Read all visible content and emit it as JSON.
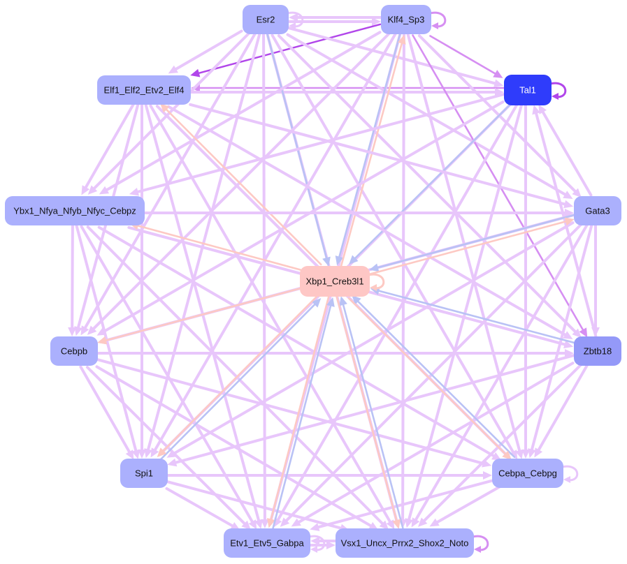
{
  "colors": {
    "node_default": "#abb0fd",
    "node_tal1": "#2f3cfb",
    "node_zbtb18": "#9499f8",
    "node_xbp1": "#fec7c5",
    "edge_violet": "#e8c6fb",
    "edge_violet_strong": "#d68ff2",
    "edge_purple_bold": "#b146ea",
    "edge_blue": "#b9c2f5",
    "edge_peach": "#fdc9c3",
    "label_dark": "#111111",
    "label_light": "#ffffff"
  },
  "nodes": [
    {
      "id": "esr2",
      "label": "Esr2",
      "fill": "#abb0fd",
      "text_color": "#111111"
    },
    {
      "id": "klf4",
      "label": "Klf4_Sp3",
      "fill": "#abb0fd",
      "text_color": "#111111"
    },
    {
      "id": "tal1",
      "label": "Tal1",
      "fill": "#2f3cfb",
      "text_color": "#ffffff"
    },
    {
      "id": "elf1",
      "label": "Elf1_Elf2_Etv2_Elf4",
      "fill": "#abb0fd",
      "text_color": "#111111"
    },
    {
      "id": "ybx1",
      "label": "Ybx1_Nfya_Nfyb_Nfyc_Cebpz",
      "fill": "#abb0fd",
      "text_color": "#111111"
    },
    {
      "id": "gata3",
      "label": "Gata3",
      "fill": "#abb0fd",
      "text_color": "#111111"
    },
    {
      "id": "xbp1",
      "label": "Xbp1_Creb3l1",
      "fill": "#fec7c5",
      "text_color": "#111111"
    },
    {
      "id": "cebpb",
      "label": "Cebpb",
      "fill": "#abb0fd",
      "text_color": "#111111"
    },
    {
      "id": "zbtb18",
      "label": "Zbtb18",
      "fill": "#9499f8",
      "text_color": "#111111"
    },
    {
      "id": "spi1",
      "label": "Spi1",
      "fill": "#abb0fd",
      "text_color": "#111111"
    },
    {
      "id": "cebpa",
      "label": "Cebpa_Cebpg",
      "fill": "#abb0fd",
      "text_color": "#111111"
    },
    {
      "id": "etv1",
      "label": "Etv1_Etv5_Gabpa",
      "fill": "#abb0fd",
      "text_color": "#111111"
    },
    {
      "id": "vsx1",
      "label": "Vsx1_Uncx_Prrx2_Shox2_Noto",
      "fill": "#abb0fd",
      "text_color": "#111111"
    }
  ],
  "edges": [
    {
      "from": "esr2",
      "to": "klf4",
      "color": "#e8c6fb"
    },
    {
      "from": "klf4",
      "to": "esr2",
      "color": "#e8c6fb"
    },
    {
      "from": "klf4",
      "to": "elf1",
      "color": "#b146ea"
    },
    {
      "from": "klf4",
      "to": "tal1",
      "color": "#d68ff2"
    },
    {
      "from": "tal1",
      "to": "elf1",
      "color": "#d68ff2"
    },
    {
      "from": "elf1",
      "to": "tal1",
      "color": "#e8c6fb"
    },
    {
      "from": "esr2",
      "to": "tal1",
      "color": "#e8c6fb"
    },
    {
      "from": "esr2",
      "to": "elf1",
      "color": "#e8c6fb"
    },
    {
      "from": "esr2",
      "to": "ybx1",
      "color": "#e8c6fb"
    },
    {
      "from": "esr2",
      "to": "gata3",
      "color": "#e8c6fb"
    },
    {
      "from": "esr2",
      "to": "cebpb",
      "color": "#e8c6fb"
    },
    {
      "from": "esr2",
      "to": "spi1",
      "color": "#e8c6fb"
    },
    {
      "from": "esr2",
      "to": "cebpa",
      "color": "#e8c6fb"
    },
    {
      "from": "esr2",
      "to": "etv1",
      "color": "#e8c6fb"
    },
    {
      "from": "esr2",
      "to": "vsx1",
      "color": "#e8c6fb"
    },
    {
      "from": "esr2",
      "to": "zbtb18",
      "color": "#e8c6fb"
    },
    {
      "from": "esr2",
      "to": "xbp1",
      "color": "#b9c2f5"
    },
    {
      "from": "klf4",
      "to": "ybx1",
      "color": "#e8c6fb"
    },
    {
      "from": "klf4",
      "to": "gata3",
      "color": "#e8c6fb"
    },
    {
      "from": "klf4",
      "to": "cebpb",
      "color": "#e8c6fb"
    },
    {
      "from": "klf4",
      "to": "spi1",
      "color": "#e8c6fb"
    },
    {
      "from": "klf4",
      "to": "cebpa",
      "color": "#e8c6fb"
    },
    {
      "from": "klf4",
      "to": "etv1",
      "color": "#e8c6fb"
    },
    {
      "from": "klf4",
      "to": "vsx1",
      "color": "#e8c6fb"
    },
    {
      "from": "klf4",
      "to": "zbtb18",
      "color": "#d68ff2"
    },
    {
      "from": "klf4",
      "to": "xbp1",
      "color": "#b9c2f5"
    },
    {
      "from": "xbp1",
      "to": "klf4",
      "color": "#fdc9c3"
    },
    {
      "from": "tal1",
      "to": "ybx1",
      "color": "#e8c6fb"
    },
    {
      "from": "tal1",
      "to": "cebpb",
      "color": "#e8c6fb"
    },
    {
      "from": "tal1",
      "to": "spi1",
      "color": "#e8c6fb"
    },
    {
      "from": "tal1",
      "to": "cebpa",
      "color": "#e8c6fb"
    },
    {
      "from": "tal1",
      "to": "etv1",
      "color": "#e8c6fb"
    },
    {
      "from": "tal1",
      "to": "vsx1",
      "color": "#e8c6fb"
    },
    {
      "from": "tal1",
      "to": "xbp1",
      "color": "#b9c2f5"
    },
    {
      "from": "gata3",
      "to": "tal1",
      "color": "#e8c6fb"
    },
    {
      "from": "zbtb18",
      "to": "tal1",
      "color": "#e8c6fb"
    },
    {
      "from": "elf1",
      "to": "ybx1",
      "color": "#e8c6fb"
    },
    {
      "from": "elf1",
      "to": "gata3",
      "color": "#e8c6fb"
    },
    {
      "from": "elf1",
      "to": "cebpb",
      "color": "#e8c6fb"
    },
    {
      "from": "elf1",
      "to": "spi1",
      "color": "#e8c6fb"
    },
    {
      "from": "elf1",
      "to": "cebpa",
      "color": "#e8c6fb"
    },
    {
      "from": "elf1",
      "to": "etv1",
      "color": "#e8c6fb"
    },
    {
      "from": "elf1",
      "to": "vsx1",
      "color": "#e8c6fb"
    },
    {
      "from": "elf1",
      "to": "zbtb18",
      "color": "#e8c6fb"
    },
    {
      "from": "xbp1",
      "to": "elf1",
      "color": "#fdc9c3"
    },
    {
      "from": "ybx1",
      "to": "gata3",
      "color": "#e8c6fb"
    },
    {
      "from": "ybx1",
      "to": "cebpb",
      "color": "#e8c6fb"
    },
    {
      "from": "ybx1",
      "to": "spi1",
      "color": "#e8c6fb"
    },
    {
      "from": "ybx1",
      "to": "cebpa",
      "color": "#e8c6fb"
    },
    {
      "from": "ybx1",
      "to": "etv1",
      "color": "#e8c6fb"
    },
    {
      "from": "ybx1",
      "to": "vsx1",
      "color": "#e8c6fb"
    },
    {
      "from": "ybx1",
      "to": "zbtb18",
      "color": "#e8c6fb"
    },
    {
      "from": "xbp1",
      "to": "ybx1",
      "color": "#fdc9c3"
    },
    {
      "from": "gata3",
      "to": "cebpb",
      "color": "#e8c6fb"
    },
    {
      "from": "gata3",
      "to": "spi1",
      "color": "#e8c6fb"
    },
    {
      "from": "gata3",
      "to": "cebpa",
      "color": "#e8c6fb"
    },
    {
      "from": "gata3",
      "to": "etv1",
      "color": "#e8c6fb"
    },
    {
      "from": "gata3",
      "to": "vsx1",
      "color": "#e8c6fb"
    },
    {
      "from": "gata3",
      "to": "zbtb18",
      "color": "#e8c6fb"
    },
    {
      "from": "gata3",
      "to": "xbp1",
      "color": "#b9c2f5"
    },
    {
      "from": "xbp1",
      "to": "gata3",
      "color": "#fdc9c3"
    },
    {
      "from": "cebpb",
      "to": "spi1",
      "color": "#e8c6fb"
    },
    {
      "from": "cebpb",
      "to": "cebpa",
      "color": "#e8c6fb"
    },
    {
      "from": "cebpb",
      "to": "etv1",
      "color": "#e8c6fb"
    },
    {
      "from": "cebpb",
      "to": "vsx1",
      "color": "#e8c6fb"
    },
    {
      "from": "cebpb",
      "to": "zbtb18",
      "color": "#e8c6fb"
    },
    {
      "from": "xbp1",
      "to": "cebpb",
      "color": "#fdc9c3"
    },
    {
      "from": "zbtb18",
      "to": "xbp1",
      "color": "#b9c2f5"
    },
    {
      "from": "zbtb18",
      "to": "cebpa",
      "color": "#e8c6fb"
    },
    {
      "from": "zbtb18",
      "to": "spi1",
      "color": "#e8c6fb"
    },
    {
      "from": "zbtb18",
      "to": "etv1",
      "color": "#e8c6fb"
    },
    {
      "from": "zbtb18",
      "to": "vsx1",
      "color": "#e8c6fb"
    },
    {
      "from": "spi1",
      "to": "cebpa",
      "color": "#e8c6fb"
    },
    {
      "from": "spi1",
      "to": "etv1",
      "color": "#e8c6fb"
    },
    {
      "from": "spi1",
      "to": "vsx1",
      "color": "#e8c6fb"
    },
    {
      "from": "spi1",
      "to": "xbp1",
      "color": "#b9c2f5"
    },
    {
      "from": "xbp1",
      "to": "spi1",
      "color": "#fdc9c3"
    },
    {
      "from": "cebpa",
      "to": "etv1",
      "color": "#e8c6fb"
    },
    {
      "from": "cebpa",
      "to": "vsx1",
      "color": "#e8c6fb"
    },
    {
      "from": "cebpa",
      "to": "xbp1",
      "color": "#b9c2f5"
    },
    {
      "from": "xbp1",
      "to": "cebpa",
      "color": "#fdc9c3"
    },
    {
      "from": "etv1",
      "to": "vsx1",
      "color": "#e8c6fb"
    },
    {
      "from": "vsx1",
      "to": "etv1",
      "color": "#e8c6fb"
    },
    {
      "from": "xbp1",
      "to": "etv1",
      "color": "#fdc9c3"
    },
    {
      "from": "vsx1",
      "to": "xbp1",
      "color": "#b9c2f5"
    },
    {
      "from": "xbp1",
      "to": "vsx1",
      "color": "#fdc9c3"
    },
    {
      "from": "etv1",
      "to": "xbp1",
      "color": "#b9c2f5"
    }
  ],
  "self_loops": [
    {
      "node": "esr2",
      "color": "#e8c6fb"
    },
    {
      "node": "klf4",
      "color": "#d68ff2"
    },
    {
      "node": "tal1",
      "color": "#b146ea"
    },
    {
      "node": "xbp1",
      "color": "#fdc9c3"
    },
    {
      "node": "cebpa",
      "color": "#e8c6fb"
    },
    {
      "node": "etv1",
      "color": "#e8c6fb"
    },
    {
      "node": "vsx1",
      "color": "#d68ff2"
    }
  ]
}
